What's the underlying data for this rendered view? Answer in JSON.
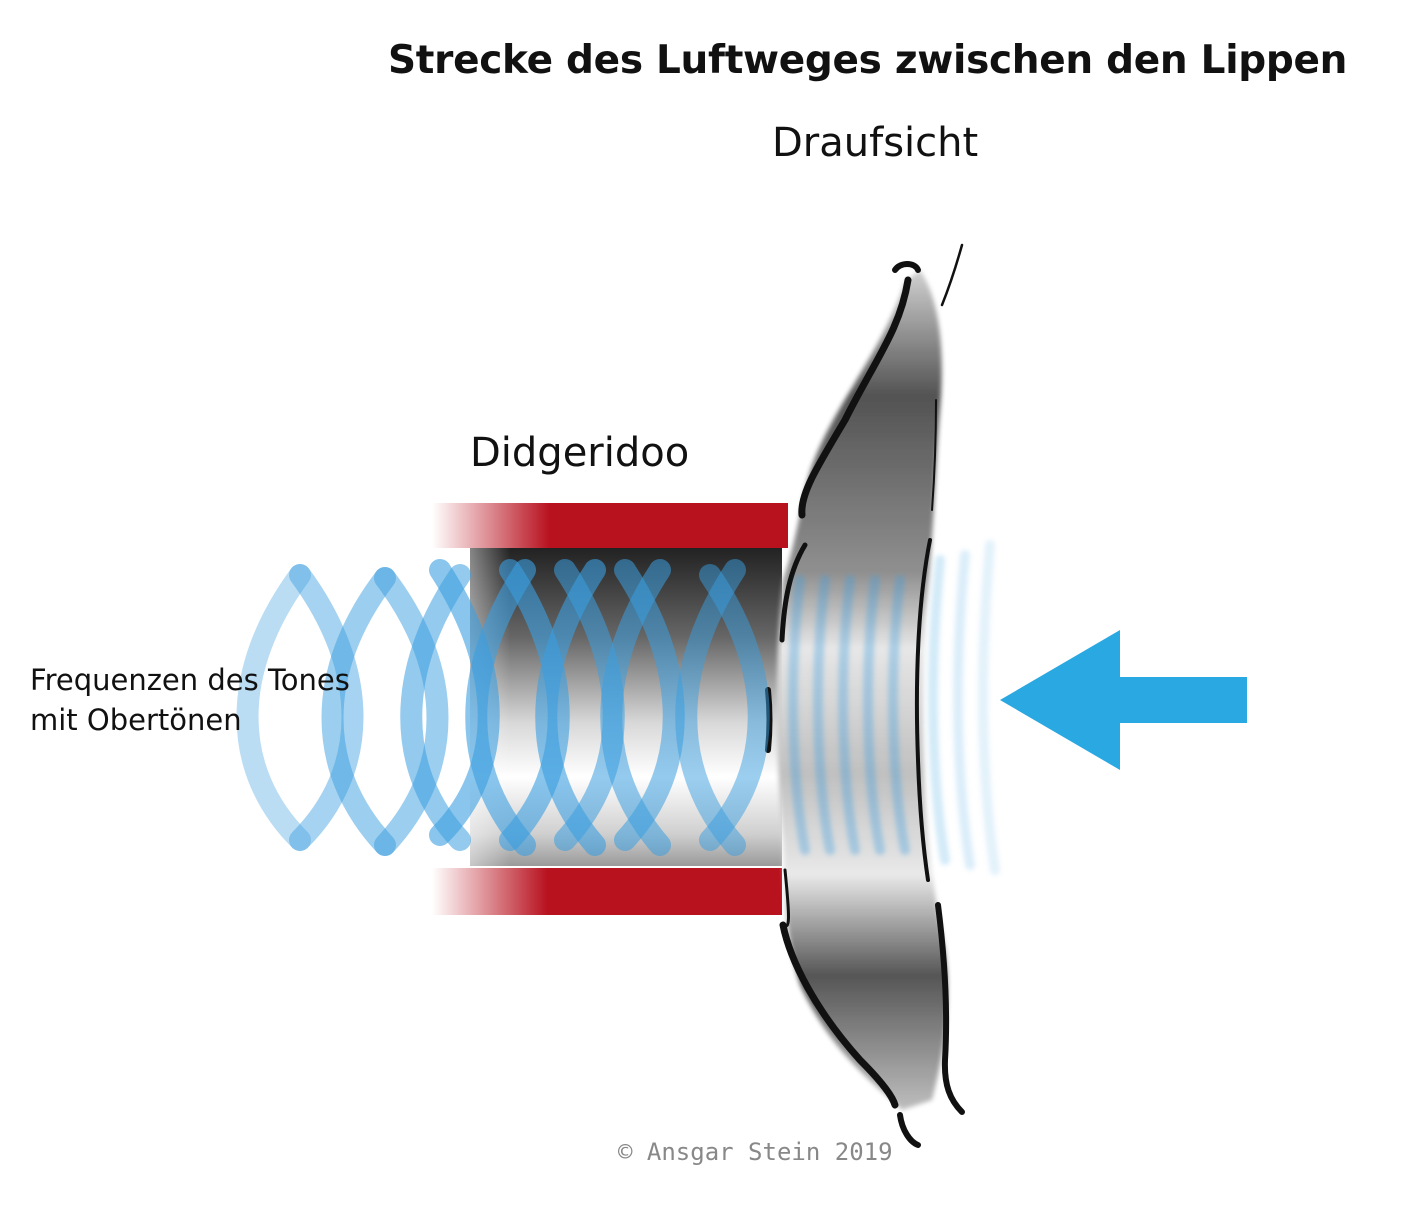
{
  "title": "Strecke des Luftweges zwischen den Lippen",
  "subtitle": "Draufsicht",
  "instrument_label": "Didgeridoo",
  "frequency_label_line1": "Frequenzen des Tones",
  "frequency_label_line2": "mit Obertönen",
  "copyright": "© Ansgar Stein 2019",
  "colors": {
    "didgeridoo_red": "#b8121f",
    "wave_blue": "#3a9ee0",
    "arrow_blue": "#2aa8e2",
    "lip_gray": "#555555"
  },
  "icons": {
    "airflow": "arrow-left-icon"
  }
}
